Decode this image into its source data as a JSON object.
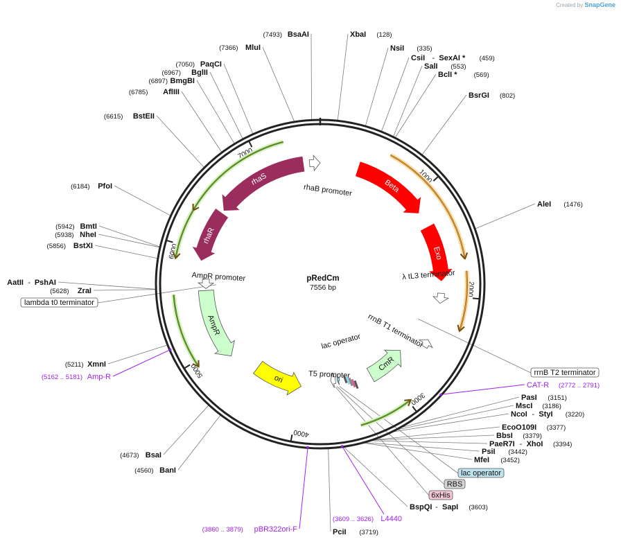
{
  "credit": {
    "prefix": "Created by",
    "brand": "SnapGene"
  },
  "center": {
    "name": "pRedCm",
    "length": "7556 bp"
  },
  "total_bp": 7556,
  "ticks": [
    {
      "label": "1000",
      "pos": 1000
    },
    {
      "label": "2000",
      "pos": 2000
    },
    {
      "label": "3000",
      "pos": 3000
    },
    {
      "label": "4000",
      "pos": 4000
    },
    {
      "label": "5000",
      "pos": 5000
    },
    {
      "label": "6000",
      "pos": 6000
    },
    {
      "label": "7000",
      "pos": 7000
    }
  ],
  "sites": [
    {
      "name": "XbaI",
      "num": "(128)",
      "pos": 128
    },
    {
      "name": "NsiI",
      "num": "(335)",
      "pos": 335
    },
    {
      "name": "CsiI",
      "name2": "SexAI *",
      "num": "(459)",
      "pos": 459
    },
    {
      "name": "SalI",
      "num": "(553)",
      "pos": 553
    },
    {
      "name": "BclI *",
      "num": "(569)",
      "pos": 569
    },
    {
      "name": "BsrGI",
      "num": "(802)",
      "pos": 802
    },
    {
      "name": "AleI",
      "num": "(1476)",
      "pos": 1476
    },
    {
      "name": "PasI",
      "num": "(3151)",
      "pos": 3151
    },
    {
      "name": "MscI",
      "num": "(3186)",
      "pos": 3186
    },
    {
      "name": "NcoI",
      "name2": "StyI",
      "num": "(3220)",
      "pos": 3220
    },
    {
      "name": "EcoO109I",
      "num": "(3377)",
      "pos": 3377
    },
    {
      "name": "BbsI",
      "num": "(3379)",
      "pos": 3379
    },
    {
      "name": "PaeR7I",
      "name2": "XhoI",
      "num": "(3394)",
      "pos": 3394
    },
    {
      "name": "PsiI",
      "num": "(3442)",
      "pos": 3442
    },
    {
      "name": "MfeI",
      "num": "(3452)",
      "pos": 3452
    },
    {
      "name": "BspQI",
      "name2": "SapI",
      "num": "(3603)",
      "pos": 3603
    },
    {
      "name": "PciI",
      "num": "(3719)",
      "pos": 3719
    },
    {
      "name": "BanI",
      "num": "(4560)",
      "pos": 4560
    },
    {
      "name": "BsaI",
      "num": "(4673)",
      "pos": 4673
    },
    {
      "name": "XmnI",
      "num": "(5211)",
      "pos": 5211
    },
    {
      "name": "ZraI",
      "num": "(5628)",
      "pos": 5628
    },
    {
      "name": "AatII",
      "name2": "PshAI",
      "num": "(5630)",
      "pos": 5630
    },
    {
      "name": "BstXI",
      "num": "(5856)",
      "pos": 5856
    },
    {
      "name": "NheI",
      "num": "(5938)",
      "pos": 5938
    },
    {
      "name": "BmtI",
      "num": "(5942)",
      "pos": 5942
    },
    {
      "name": "PfoI",
      "num": "(6184)",
      "pos": 6184
    },
    {
      "name": "BstEII",
      "num": "(6615)",
      "pos": 6615
    },
    {
      "name": "AflIII",
      "num": "(6785)",
      "pos": 6785
    },
    {
      "name": "BmgBI",
      "num": "(6897)",
      "pos": 6897
    },
    {
      "name": "BglII",
      "num": "(6967)",
      "pos": 6967
    },
    {
      "name": "PaqCI",
      "num": "(7050)",
      "pos": 7050
    },
    {
      "name": "MluI",
      "num": "(7366)",
      "pos": 7366
    },
    {
      "name": "BsaAI",
      "num": "(7493)",
      "pos": 7493
    }
  ],
  "primers": [
    {
      "name": "CAT-R",
      "num": "(2772 .. 2791)",
      "pos": 2780
    },
    {
      "name": "L4440",
      "num": "(3609 .. 3626)",
      "pos": 3617
    },
    {
      "name": "pBR322ori-F",
      "num": "(3860 .. 3879)",
      "pos": 3869
    },
    {
      "name": "Amp-R",
      "num": "(5162 .. 5181)",
      "pos": 5171
    }
  ],
  "boxed_features": [
    {
      "name": "rrnB T2 terminator",
      "style": "plain"
    },
    {
      "name": "lac operator",
      "style": "lacop"
    },
    {
      "name": "RBS",
      "style": "rbs"
    },
    {
      "name": "6xHis",
      "style": "his"
    },
    {
      "name": "lambda t0 terminator",
      "style": "plain"
    }
  ],
  "features": [
    {
      "name": "Beta",
      "start": 380,
      "end": 1140,
      "dir": 1,
      "color": "#ff0000",
      "kind": "cds"
    },
    {
      "name": "Exo",
      "start": 1300,
      "end": 1860,
      "dir": 1,
      "color": "#ff0000",
      "kind": "cds"
    },
    {
      "name": "rhaS",
      "start": 6450,
      "end": 7390,
      "dir": -1,
      "color": "#9b2c5e",
      "kind": "cds"
    },
    {
      "name": "rhaR",
      "start": 5900,
      "end": 6420,
      "dir": -1,
      "color": "#9b2c5e",
      "kind": "cds"
    },
    {
      "name": "CmR",
      "start": 2720,
      "end": 3170,
      "dir": -1,
      "color": "#ccffcc",
      "kind": "cds"
    },
    {
      "name": "AmpR",
      "start": 4850,
      "end": 5600,
      "dir": -1,
      "color": "#ccffcc",
      "kind": "cds"
    },
    {
      "name": "ori",
      "start": 4000,
      "end": 4550,
      "dir": -1,
      "color": "#ffff00",
      "kind": "cds"
    },
    {
      "name": "rhaB promoter",
      "start": 7450,
      "end": 7555,
      "dir": 1,
      "color": "#ffffff",
      "kind": "promoter"
    },
    {
      "name": "λ tL3 terminator",
      "start": 1980,
      "end": 2080,
      "dir": 1,
      "color": "#ffffff",
      "kind": "terminator"
    },
    {
      "name": "rrnB T1 terminator",
      "start": 2460,
      "end": 2540,
      "dir": -1,
      "color": "#ffffff",
      "kind": "terminator"
    },
    {
      "name": "AmpR promoter",
      "start": 5620,
      "end": 5720,
      "dir": -1,
      "color": "#ffffff",
      "kind": "promoter"
    },
    {
      "name": "T5 promoter",
      "start": 3590,
      "end": 3650,
      "dir": 1,
      "color": "#ffffff",
      "kind": "promoter"
    },
    {
      "name": "lac operator",
      "start": 3540,
      "end": 3570,
      "dir": 1,
      "color": "#8fd3e8",
      "kind": "misc"
    }
  ],
  "orfs": [
    {
      "start": 600,
      "end": 1680,
      "dir": 1
    },
    {
      "start": 1780,
      "end": 2280,
      "dir": 1
    },
    {
      "start": 2980,
      "end": 3440,
      "dir": -1
    },
    {
      "start": 6300,
      "end": 7250,
      "dir": -1
    },
    {
      "start": 5880,
      "end": 6300,
      "dir": -1
    },
    {
      "start": 4950,
      "end": 5580,
      "dir": -1
    }
  ]
}
